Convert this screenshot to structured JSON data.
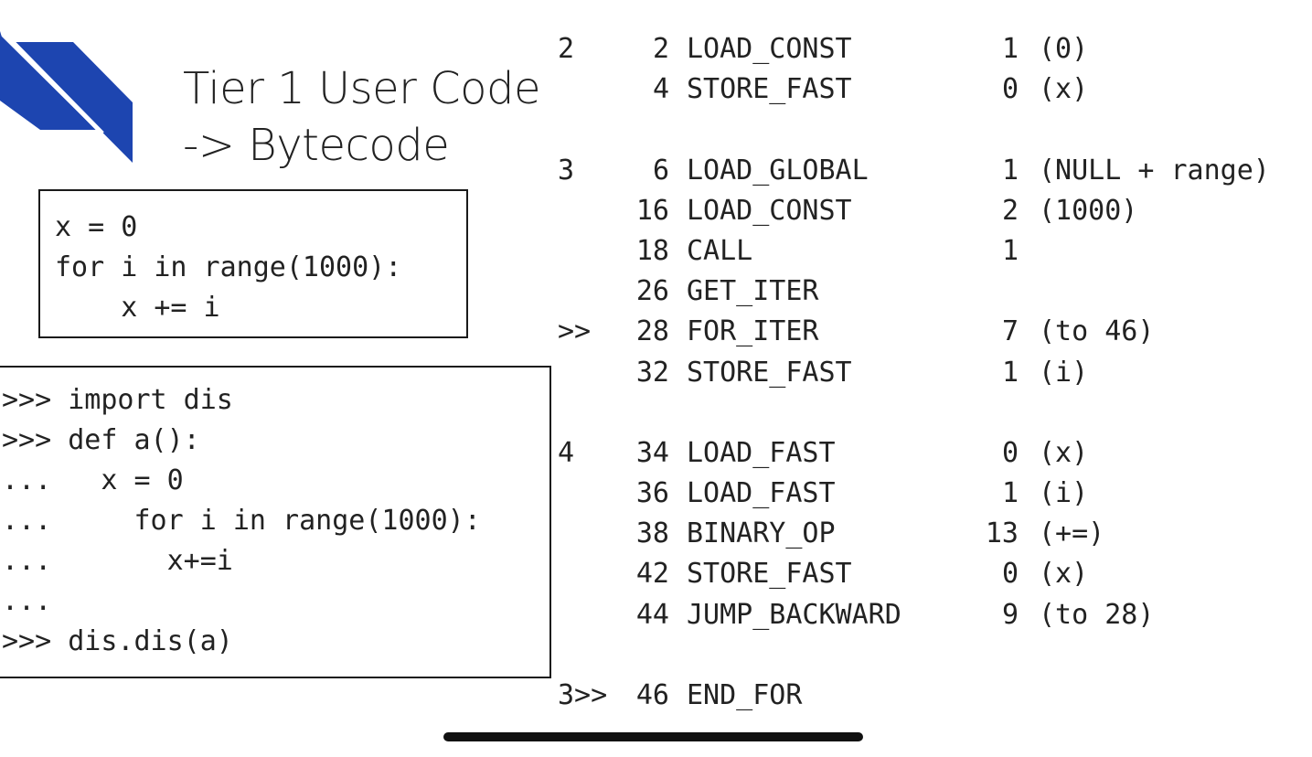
{
  "brand": {
    "accent": "#1d45b0"
  },
  "title": {
    "line1": "Tier 1 User Code",
    "line2": "-> Bytecode"
  },
  "source_code": [
    "x = 0",
    "for i in range(1000):",
    "    x += i"
  ],
  "repl_session": [
    ">>> import dis",
    ">>> def a():",
    "...   x = 0",
    "...     for i in range(1000):",
    "...       x+=i",
    "...",
    ">>> dis.dis(a)"
  ],
  "disassembly": [
    {
      "line": "2",
      "offset": "2",
      "opname": "LOAD_CONST",
      "arg": "1",
      "desc": "(0)"
    },
    {
      "line": "",
      "offset": "4",
      "opname": "STORE_FAST",
      "arg": "0",
      "desc": "(x)"
    },
    {
      "blank": true
    },
    {
      "line": "3",
      "offset": "6",
      "opname": "LOAD_GLOBAL",
      "arg": "1",
      "desc": "(NULL + range)"
    },
    {
      "line": "",
      "offset": "16",
      "opname": "LOAD_CONST",
      "arg": "2",
      "desc": "(1000)"
    },
    {
      "line": "",
      "offset": "18",
      "opname": "CALL",
      "arg": "1",
      "desc": ""
    },
    {
      "line": "",
      "offset": "26",
      "opname": "GET_ITER",
      "arg": "",
      "desc": ""
    },
    {
      "line": ">>",
      "offset": "28",
      "opname": "FOR_ITER",
      "arg": "7",
      "desc": "(to 46)"
    },
    {
      "line": "",
      "offset": "32",
      "opname": "STORE_FAST",
      "arg": "1",
      "desc": "(i)"
    },
    {
      "blank": true
    },
    {
      "line": "4",
      "offset": "34",
      "opname": "LOAD_FAST",
      "arg": "0",
      "desc": "(x)"
    },
    {
      "line": "",
      "offset": "36",
      "opname": "LOAD_FAST",
      "arg": "1",
      "desc": "(i)"
    },
    {
      "line": "",
      "offset": "38",
      "opname": "BINARY_OP",
      "arg": "13",
      "desc": "(+=)"
    },
    {
      "line": "",
      "offset": "42",
      "opname": "STORE_FAST",
      "arg": "0",
      "desc": "(x)"
    },
    {
      "line": "",
      "offset": "44",
      "opname": "JUMP_BACKWARD",
      "arg": "9",
      "desc": "(to 28)"
    },
    {
      "blank": true
    },
    {
      "line": "3>>",
      "offset": "46",
      "opname": "END_FOR",
      "arg": "",
      "desc": ""
    }
  ]
}
